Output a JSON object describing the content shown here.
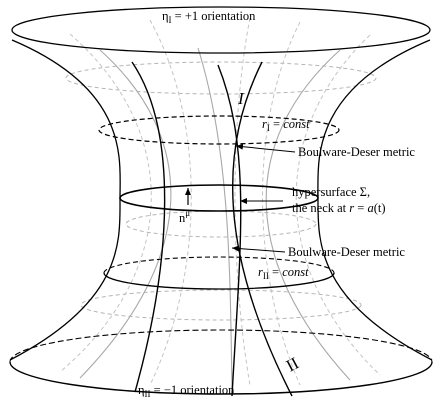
{
  "labels": {
    "top_orientation": {
      "symbol": "η",
      "sub": "I",
      "rest": " = +1 orientation"
    },
    "bottom_orientation": {
      "symbol": "η",
      "sub": "II",
      "rest": " = −1 orientation"
    },
    "region_one": "I",
    "region_two": "II",
    "r_one_const": {
      "symbol": "r",
      "sub": "I",
      "eq": " = ",
      "value": "const"
    },
    "r_two_const": {
      "symbol": "r",
      "sub": "II",
      "eq": " = ",
      "value": "const"
    },
    "upper_metric": "Boulware-Deser metric",
    "lower_metric": "Boulware-Deser metric",
    "hypersurface": "hypersurface Σ,",
    "neck": {
      "text": "the neck at ",
      "r": "r",
      "eq": " = ",
      "a": "a",
      "t": "(t)"
    },
    "normal": {
      "symbol": "n",
      "sup": "μ"
    }
  }
}
